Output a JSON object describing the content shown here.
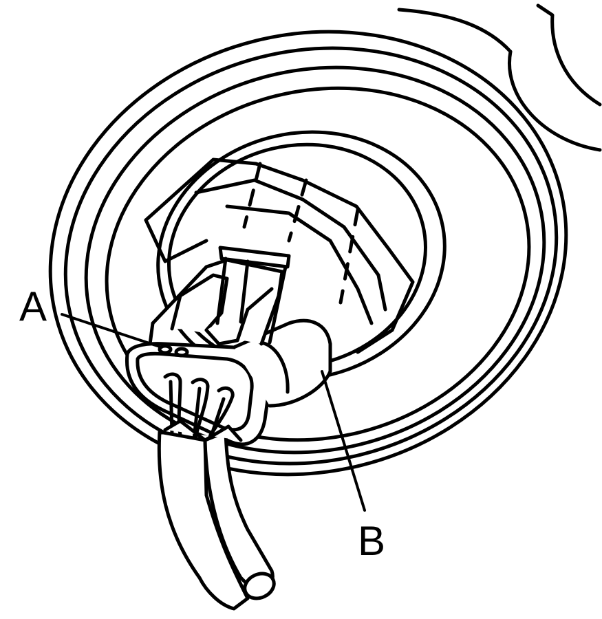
{
  "diagram": {
    "callouts": [
      {
        "id": "A",
        "text": "A"
      },
      {
        "id": "B",
        "text": "B"
      }
    ],
    "colors": {
      "ink": "#000000",
      "paper": "#ffffff"
    }
  }
}
